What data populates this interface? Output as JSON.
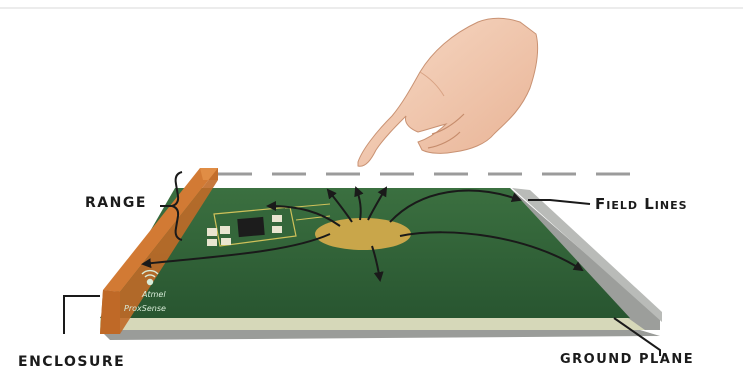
{
  "labels": {
    "range": "RANGE",
    "field_lines": "Field Lines",
    "enclosure": "ENCLOSURE",
    "ground_plane": "GROUND PLANE"
  },
  "board_brand": {
    "line1": "Atmel",
    "line2": "ProxSense"
  },
  "colors": {
    "board": "#2e5e35",
    "electrode": "#c9a64a",
    "enclosure": "#c06a28",
    "ground_plane": "#a9aba8",
    "arrows": "#1a1a1a",
    "skin": "#f2c8ad"
  },
  "icons": [
    "pointing-hand-icon",
    "rfid-chip-icon"
  ]
}
